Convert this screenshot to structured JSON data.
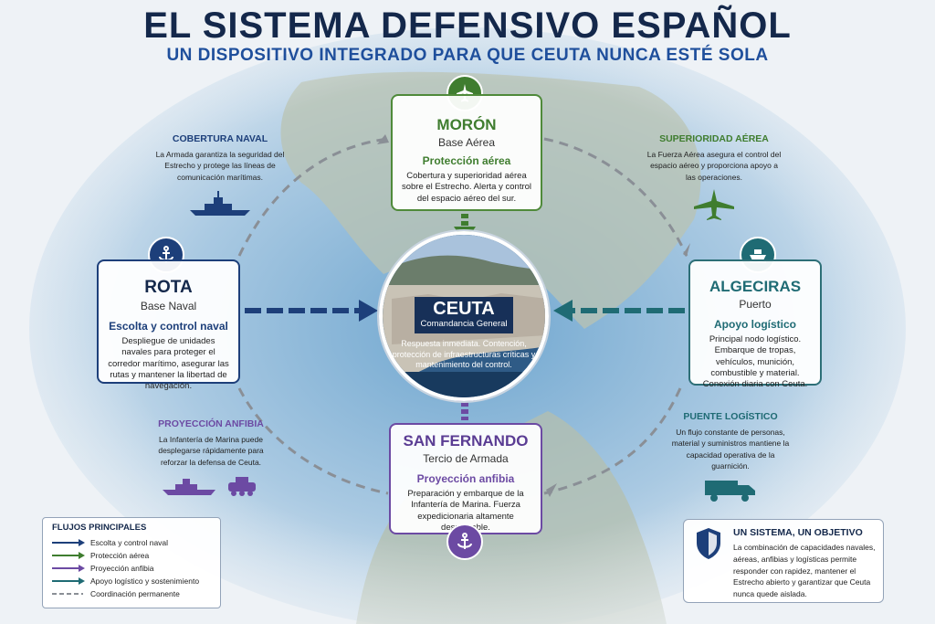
{
  "header": {
    "title": "EL SISTEMA DEFENSIVO ESPAÑOL",
    "subtitle": "UN DISPOSITIVO INTEGRADO PARA QUE CEUTA NUNCA ESTÉ SOLA"
  },
  "colors": {
    "naval": "#1d3f7a",
    "air": "#3f7d2f",
    "amphibious": "#6c4aa3",
    "logistics": "#1f6b74",
    "coordination": "#8a8f96"
  },
  "nodes": {
    "ceuta": {
      "name": "CEUTA",
      "subtitle": "Comandancia General",
      "description": "Respuesta inmediata. Contención, protección de infraestructuras críticas y mantenimiento del control."
    },
    "moron": {
      "name": "MORÓN",
      "kind": "Base Aérea",
      "role": "Protección aérea",
      "description": "Cobertura y superioridad aérea sobre el Estrecho. Alerta y control del espacio aéreo del sur.",
      "icon": "fighter-jet-icon"
    },
    "rota": {
      "name": "ROTA",
      "kind": "Base Naval",
      "role": "Escolta y control naval",
      "description": "Despliegue de unidades navales para proteger el corredor marítimo, asegurar las rutas y mantener la libertad de navegación.",
      "icon": "anchor-icon"
    },
    "algeciras": {
      "name": "ALGECIRAS",
      "kind": "Puerto",
      "role": "Apoyo logístico",
      "description": "Principal nodo logístico. Embarque de tropas, vehículos, munición, combustible y material. Conexión diaria con Ceuta.",
      "icon": "cargo-ship-icon"
    },
    "san_fernando": {
      "name": "SAN FERNANDO",
      "kind": "Tercio de Armada",
      "role": "Proyección anfibia",
      "description": "Preparación y embarque de la Infantería de Marina. Fuerza expedicionaria altamente desplegable.",
      "icon": "anchor-icon"
    }
  },
  "side_notes": {
    "naval": {
      "heading": "COBERTURA NAVAL",
      "text": "La Armada garantiza la seguridad del Estrecho y protege las líneas de comunicación marítimas.",
      "icon": "warship-icon"
    },
    "air": {
      "heading": "SUPERIORIDAD AÉREA",
      "text": "La Fuerza Aérea asegura el control del espacio aéreo y proporciona apoyo a las operaciones.",
      "icon": "fighter-jet-icon"
    },
    "amphibious": {
      "heading": "PROYECCIÓN ANFIBIA",
      "text": "La Infantería de Marina puede desplegarse rápidamente para reforzar la defensa de Ceuta.",
      "icon": "amphibious-vehicle-icon"
    },
    "logistics": {
      "heading": "PUENTE LOGÍSTICO",
      "text": "Un flujo constante de personas, material y suministros mantiene la capacidad operativa de la guarnición.",
      "icon": "truck-icon"
    }
  },
  "legend": {
    "title": "FLUJOS PRINCIPALES",
    "items": [
      {
        "label": "Escolta y control naval",
        "color": "#1d3f7a",
        "style": "solid"
      },
      {
        "label": "Protección aérea",
        "color": "#3f7d2f",
        "style": "solid"
      },
      {
        "label": "Proyección anfibia",
        "color": "#6c4aa3",
        "style": "solid"
      },
      {
        "label": "Apoyo logístico y sostenimiento",
        "color": "#1f6b74",
        "style": "solid"
      },
      {
        "label": "Coordinación permanente",
        "color": "#8a8f96",
        "style": "dashed"
      }
    ]
  },
  "summary": {
    "title": "UN SISTEMA, UN OBJETIVO",
    "text": "La combinación de capacidades navales, aéreas, anfibias y logísticas permite responder con rapidez, mantener el Estrecho abierto y garantizar que Ceuta nunca quede aislada.",
    "icon": "shield-icon"
  }
}
